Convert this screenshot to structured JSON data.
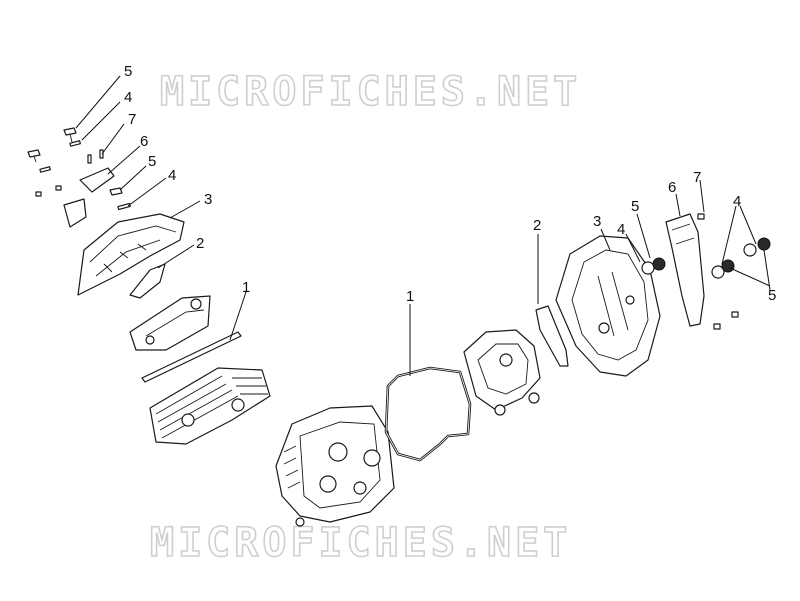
{
  "watermarks": [
    {
      "text": "MICROFICHES.NET"
    },
    {
      "text": "MICROFICHES.NET"
    }
  ],
  "callouts": {
    "left": [
      {
        "number": "5"
      },
      {
        "number": "4"
      },
      {
        "number": "7"
      },
      {
        "number": "6"
      },
      {
        "number": "5"
      },
      {
        "number": "4"
      },
      {
        "number": "3"
      },
      {
        "number": "2"
      },
      {
        "number": "1"
      }
    ],
    "middle": [
      {
        "number": "1"
      },
      {
        "number": "2"
      }
    ],
    "right": [
      {
        "number": "3"
      },
      {
        "number": "5"
      },
      {
        "number": "4"
      },
      {
        "number": "6"
      },
      {
        "number": "7"
      },
      {
        "number": "4"
      },
      {
        "number": "5"
      }
    ]
  },
  "colors": {
    "line": "#1a1a1a",
    "watermark_stroke": "#cfcfcf",
    "background": "#ffffff"
  }
}
